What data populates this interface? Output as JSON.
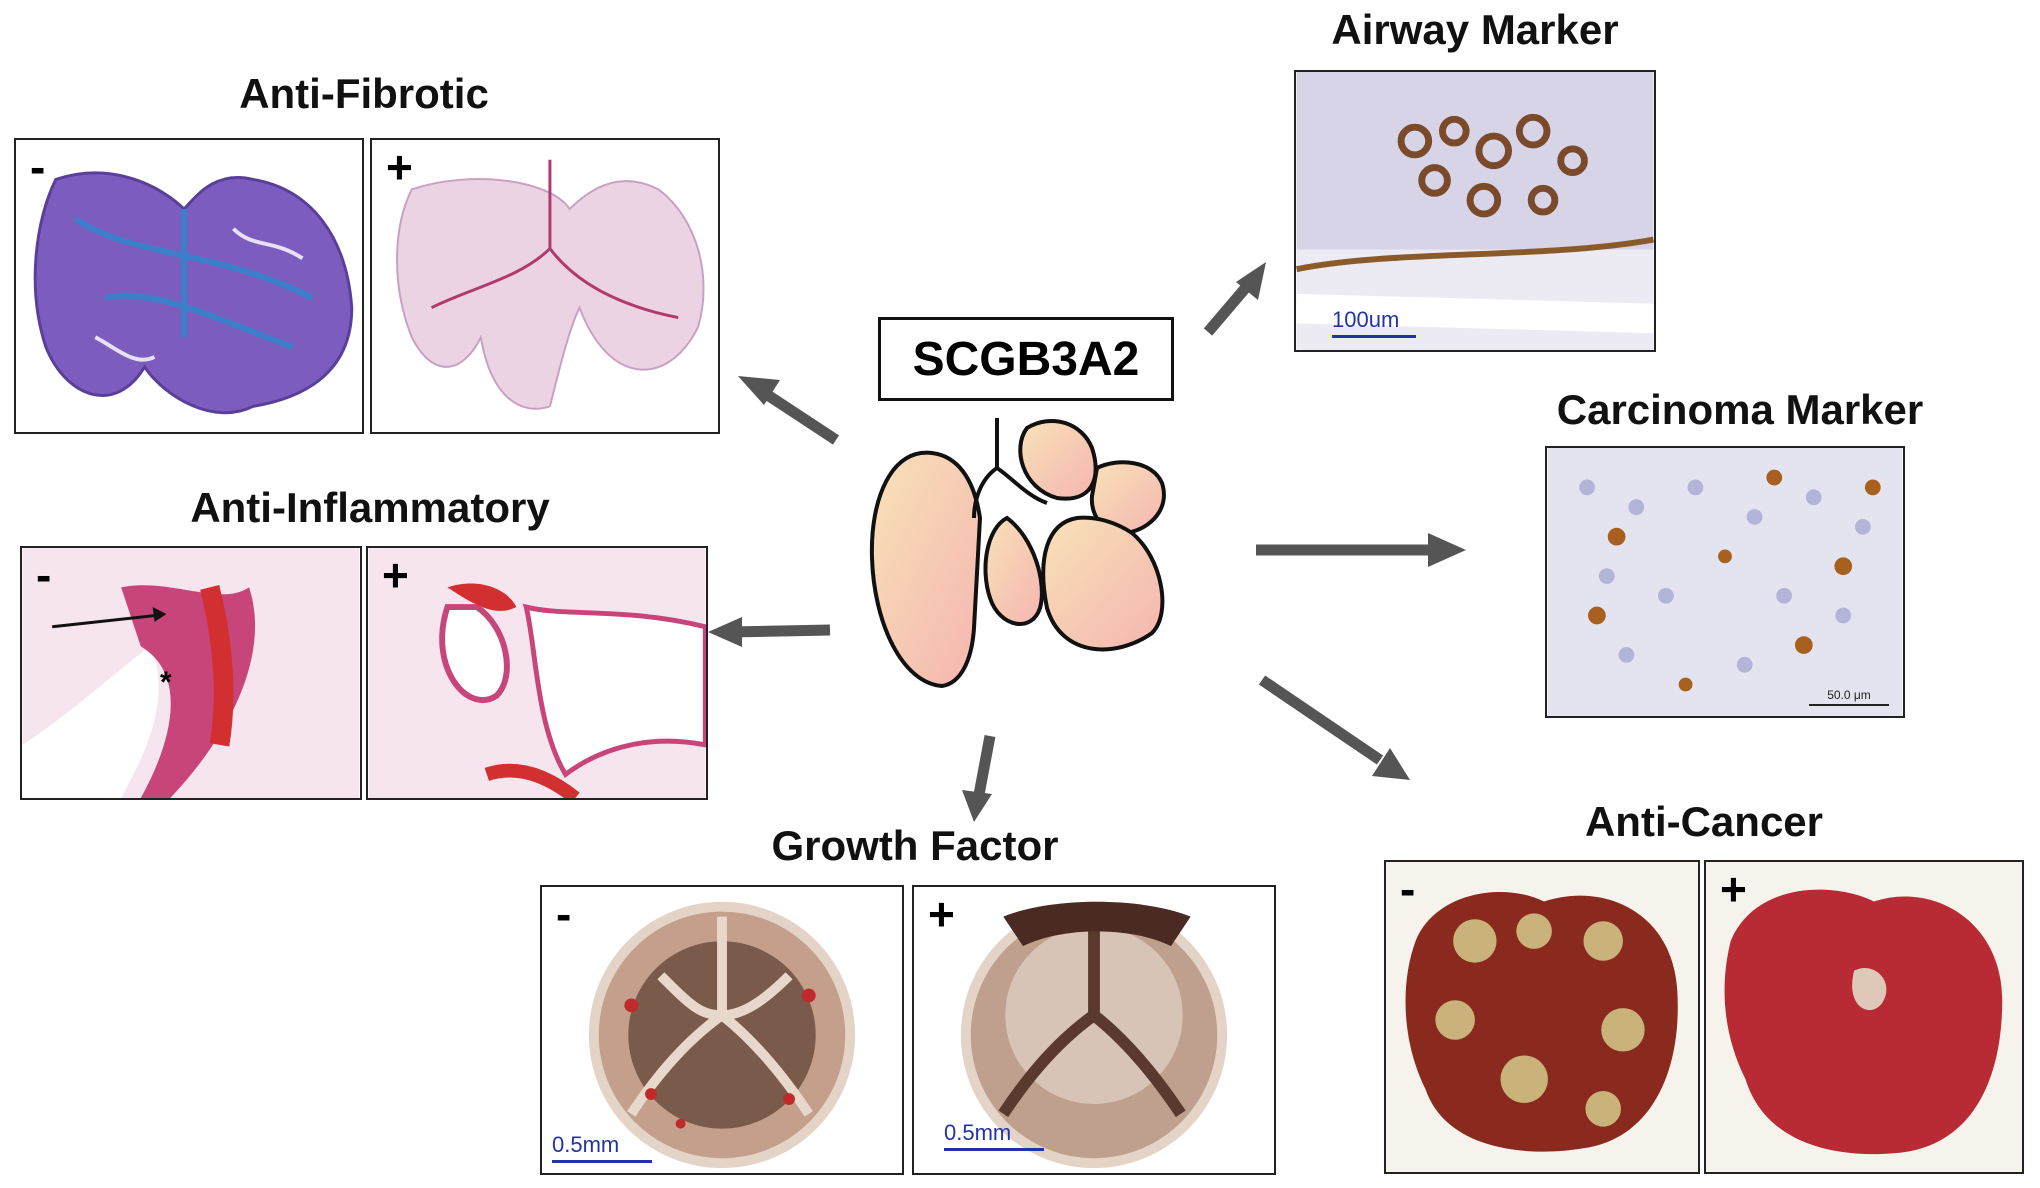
{
  "center": {
    "label": "SCGB3A2"
  },
  "panels": {
    "anti_fibrotic": {
      "title": "Anti-Fibrotic",
      "minus": "-",
      "plus": "+"
    },
    "anti_inflammatory": {
      "title": "Anti-Inflammatory",
      "minus": "-",
      "plus": "+",
      "asterisk": "*"
    },
    "growth_factor": {
      "title": "Growth Factor",
      "minus": "-",
      "plus": "+",
      "scale_minus": "0.5mm",
      "scale_plus": "0.5mm"
    },
    "airway_marker": {
      "title": "Airway Marker",
      "scale": "100um"
    },
    "carcinoma_marker": {
      "title": "Carcinoma Marker",
      "scale": "50.0 μm"
    },
    "anti_cancer": {
      "title": "Anti-Cancer",
      "minus": "-",
      "plus": "+"
    }
  },
  "colors": {
    "arrow": "#555555",
    "lung_fill": "#f5c2b4",
    "trichrome_purple": "#6a4fb0",
    "he_pink": "#e6a0c0",
    "ihc_brown": "#8a5a2a",
    "tumor_red": "#9a2a1e"
  }
}
